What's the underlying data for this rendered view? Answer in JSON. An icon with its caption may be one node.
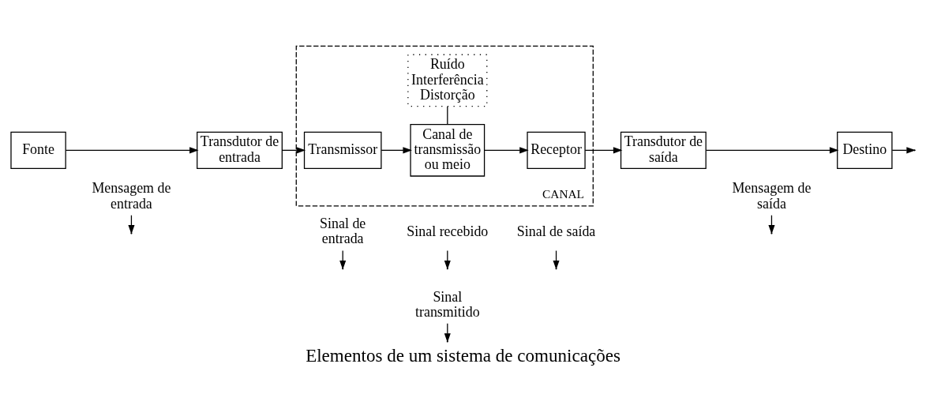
{
  "diagram": {
    "caption": "Elementos de um sistema de comunicações",
    "nodes": [
      {
        "text": [
          "Fonte"
        ]
      },
      {
        "text": [
          "Transdutor de entrada"
        ]
      },
      {
        "text": [
          "CANAL"
        ]
      },
      {
        "text": [
          "Transmissor"
        ],
        "in": 2
      },
      {
        "text": [
          "Canal de transmissão ou meio"
        ],
        "in": 2
      },
      {
        "text": [
          "Ruído",
          "Interferência",
          "Distorção"
        ],
        "in": 2
      },
      {
        "text": [
          "Receptor"
        ],
        "in": 2
      },
      {
        "text": [
          "Transdutor de saída"
        ]
      },
      {
        "text": [
          "Destino"
        ]
      },
      {
        "text": [
          "Mensagem de entrada"
        ]
      },
      {
        "text": [
          "Sinal de entrada"
        ]
      },
      {
        "text": [
          "Sinal transmitido"
        ]
      },
      {
        "text": [
          "Sinal recebido"
        ]
      },
      {
        "text": [
          "Sinal de saída"
        ]
      },
      {
        "text": [
          "Mensagem de saída"
        ]
      }
    ],
    "edges": [
      {
        "from": 0,
        "to": 1,
        "arrow": "to"
      },
      {
        "from": 1,
        "to": 3,
        "arrow": "to"
      },
      {
        "from": 3,
        "to": 4,
        "arrow": "to"
      },
      {
        "from": 4,
        "to": 6,
        "arrow": "to"
      },
      {
        "from": 6,
        "to": 7,
        "arrow": "to"
      },
      {
        "from": 7,
        "to": 8,
        "arrow": "to"
      },
      {
        "from": 8,
        "to": null,
        "arrow": "to"
      },
      {
        "from": 4,
        "to": 5,
        "arrow": "none"
      },
      {
        "from": 9,
        "to": null,
        "arrow": "to"
      },
      {
        "from": 10,
        "to": null,
        "arrow": "to"
      },
      {
        "from": 11,
        "to": null,
        "arrow": "to"
      },
      {
        "from": 12,
        "to": null,
        "arrow": "to"
      },
      {
        "from": 13,
        "to": null,
        "arrow": "to"
      },
      {
        "from": 14,
        "to": null,
        "arrow": "to"
      }
    ]
  }
}
